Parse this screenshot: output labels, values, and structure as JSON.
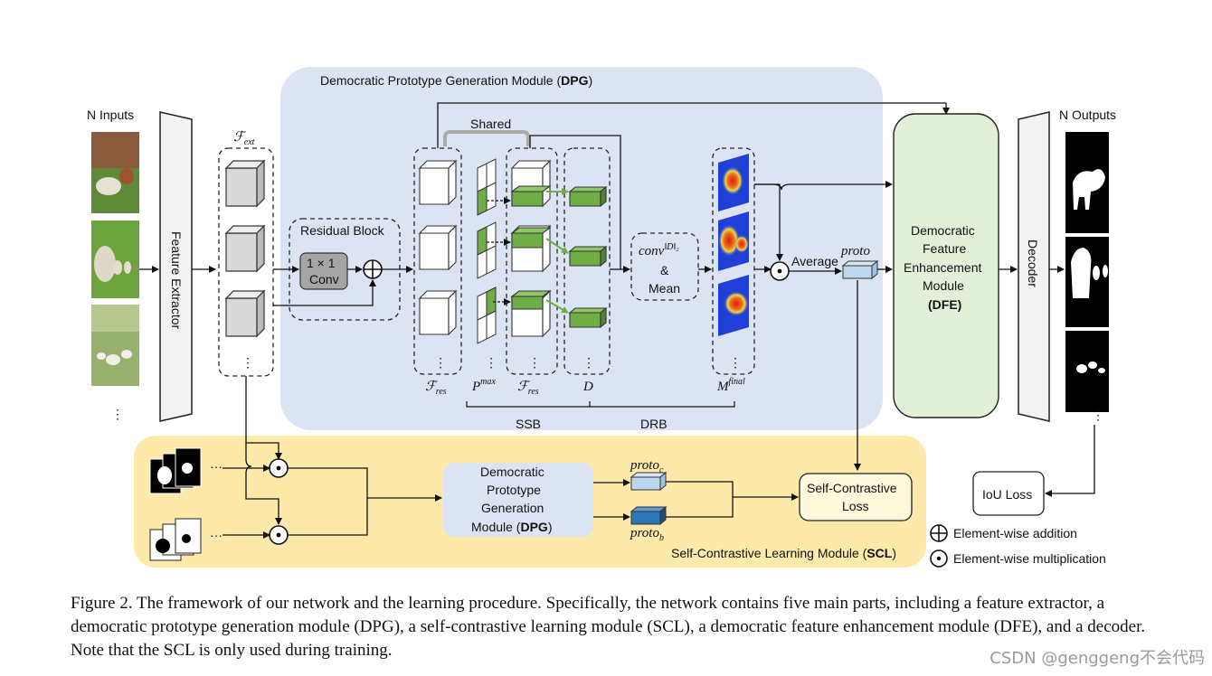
{
  "labels": {
    "n_inputs": "N Inputs",
    "n_outputs": "N Outputs",
    "feature_extractor": "Feature Extractor",
    "decoder": "Decoder",
    "f_ext": "ℱ",
    "f_ext_sub": "ext",
    "residual_block": "Residual Block",
    "conv_line1": "1 × 1",
    "conv_line2": "Conv",
    "dpg_title": "Democratic Prototype Generation Module (",
    "dpg_title_bold": "DPG",
    "dpg_title_end": ")",
    "shared": "Shared",
    "f_res": "ℱ",
    "f_res_sub": "res",
    "p_max": "P",
    "p_max_sup": "max",
    "d": "D",
    "m_final": "M",
    "m_final_sup": "final",
    "conv_norm": "conv",
    "conv_norm_sup": "‖D‖₂",
    "amp": "&",
    "mean": "Mean",
    "ssb": "SSB",
    "drb": "DRB",
    "average": "Average",
    "proto": "proto",
    "dfe_lines": [
      "Democratic",
      "Feature",
      "Enhancement",
      "Module"
    ],
    "dfe_bold": "(DFE)",
    "scl_dpg_lines": [
      "Democratic",
      "Prototype",
      "Generation"
    ],
    "scl_dpg_last": "Module (",
    "scl_dpg_bold": "DPG",
    "scl_dpg_end": ")",
    "proto_c": "proto",
    "proto_c_sub": "c",
    "proto_b": "proto",
    "proto_b_sub": "b",
    "self_contrastive_lines": [
      "Self-Contrastive",
      "Loss"
    ],
    "scl_title": "Self-Contrastive Learning Module (",
    "scl_title_bold": "SCL",
    "scl_title_end": ")",
    "iou_loss": "IoU Loss",
    "legend_add": "Element-wise addition",
    "legend_mul": "Element-wise multiplication",
    "dots": "⋮",
    "ellipsis": "···"
  },
  "caption": "Figure 2. The framework of our network and the learning procedure. Specifically, the network contains five main parts, including a feature extractor, a democratic prototype generation module (DPG), a self-contrastive learning module (SCL), a democratic feature enhancement module (DFE), and a decoder. Note that the SCL is only used during training.",
  "watermark": "CSDN @genggeng不会代码",
  "colors": {
    "dpg_bg": "#dce3f3",
    "scl_bg": "#fde9a9",
    "dfe_bg": "#e2f0d9",
    "green_cube": "#70ad47",
    "proto_light": "#bdd7ee",
    "proto_dark": "#2e75b6",
    "conv_gray": "#a5a5a5"
  }
}
